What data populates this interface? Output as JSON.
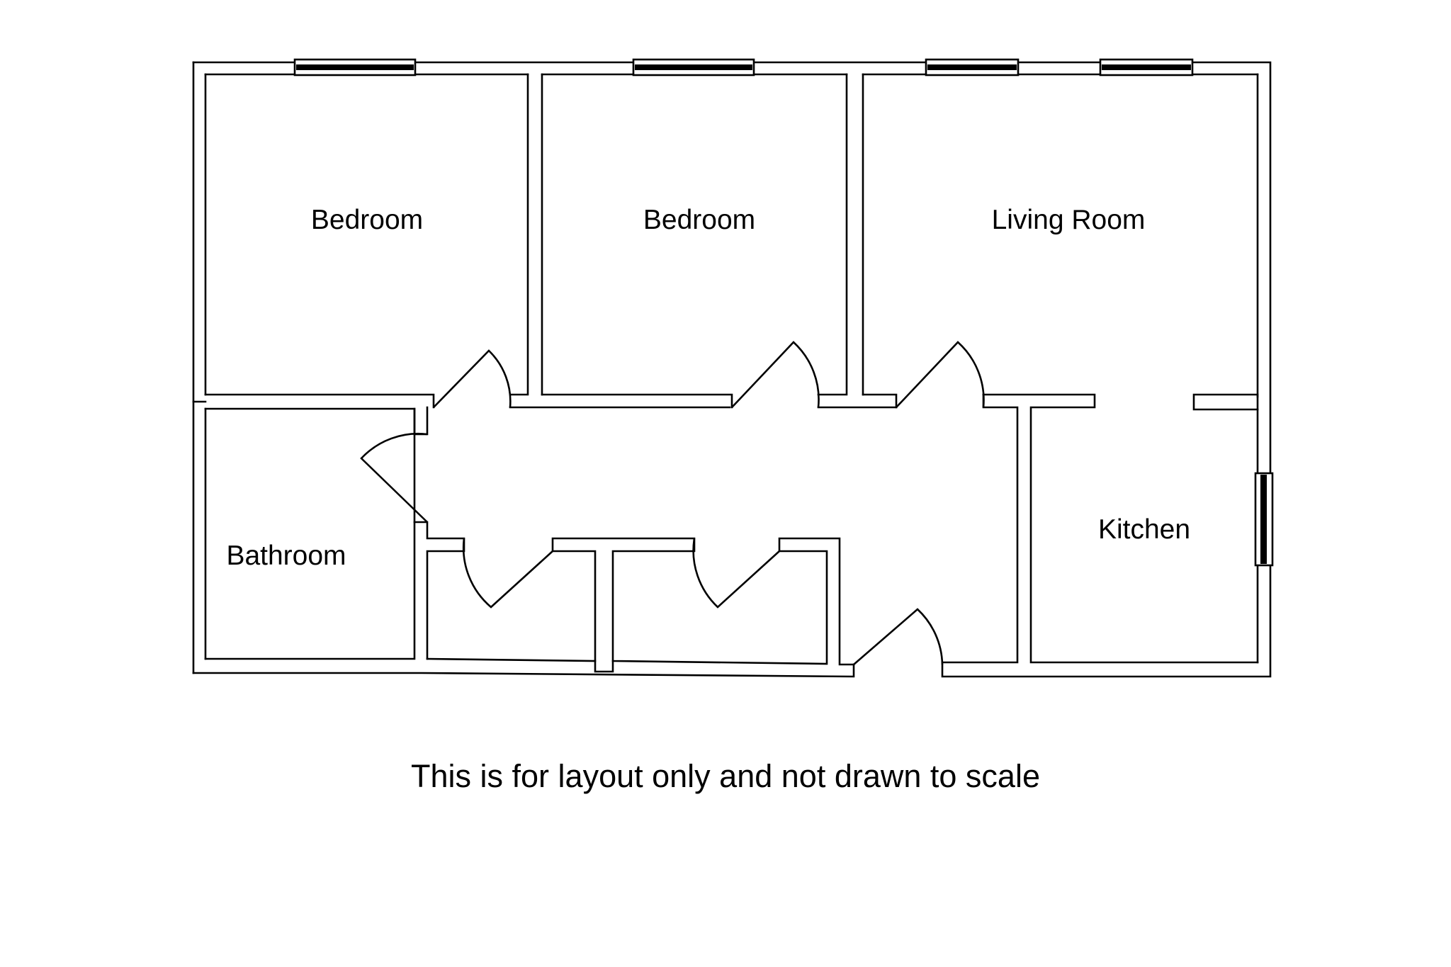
{
  "rooms": {
    "bedroom_1": "Bedroom",
    "bedroom_2": "Bedroom",
    "living_room": "Living Room",
    "bathroom": "Bathroom",
    "kitchen": "Kitchen"
  },
  "note": "This is for layout only and not drawn to scale"
}
